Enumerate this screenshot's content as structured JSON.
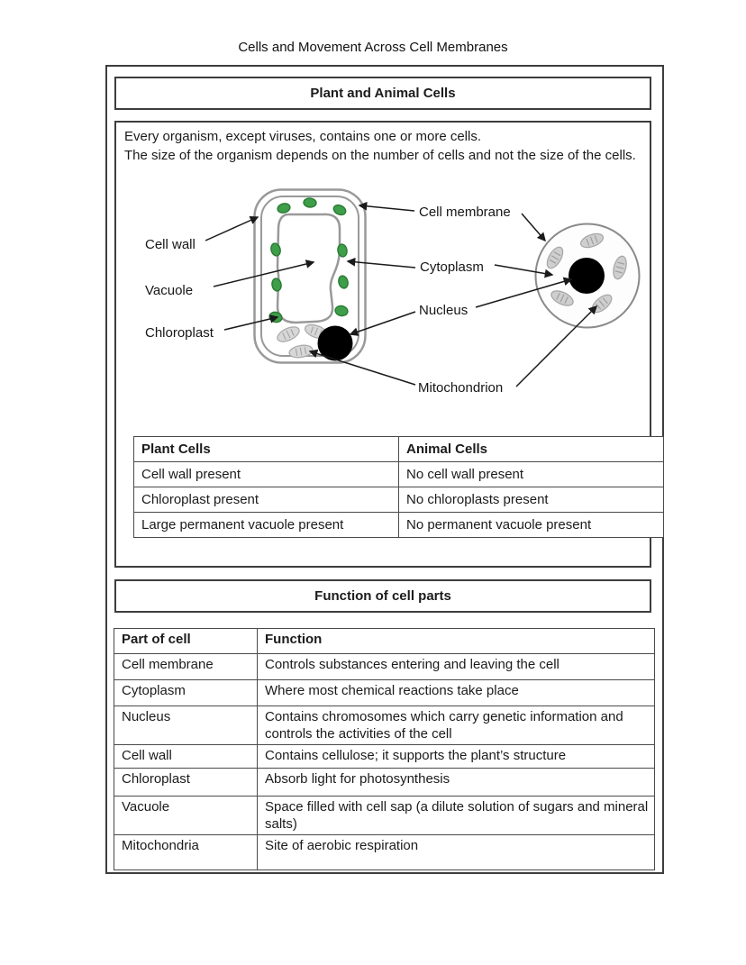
{
  "page": {
    "title": "Cells and Movement Across Cell Membranes"
  },
  "section1": {
    "header": "Plant and Animal Cells",
    "intro_line1": "Every organism, except viruses, contains one or more cells.",
    "intro_line2": "The size of the organism depends on the number of cells and not the size of the cells.",
    "diagram": {
      "labels": {
        "cell_wall": "Cell wall",
        "vacuole": "Vacuole",
        "chloroplast": "Chloroplast",
        "cell_membrane": "Cell membrane",
        "cytoplasm": "Cytoplasm",
        "nucleus": "Nucleus",
        "mitochondrion": "Mitochondrion"
      },
      "colors": {
        "chloroplast_green": "#3f9e49",
        "chloroplast_border": "#2a7a33",
        "cell_outline_grey": "#999999",
        "mitochondrion_grey": "#d8d8d8",
        "nucleus_black": "#000000",
        "arrow_black": "#1a1a1a"
      }
    },
    "comparison_table": {
      "headers": [
        "Plant Cells",
        "Animal Cells"
      ],
      "rows": [
        [
          "Cell wall present",
          "No cell wall present"
        ],
        [
          "Chloroplast present",
          "No chloroplasts present"
        ],
        [
          "Large permanent vacuole present",
          "No permanent vacuole present"
        ]
      ]
    }
  },
  "section2": {
    "header": "Function of cell parts",
    "function_table": {
      "headers": [
        "Part of cell",
        "Function"
      ],
      "rows": [
        [
          "Cell membrane",
          "Controls substances entering and leaving the cell"
        ],
        [
          "Cytoplasm",
          "Where most chemical reactions take place"
        ],
        [
          "Nucleus",
          "Contains chromosomes which carry genetic information and controls the activities of the cell"
        ],
        [
          "Cell wall",
          "Contains cellulose; it supports the plant’s structure"
        ],
        [
          "Chloroplast",
          "Absorb light for photosynthesis"
        ],
        [
          "Vacuole",
          "Space filled with cell sap (a dilute solution of sugars and mineral salts)"
        ],
        [
          "Mitochondria",
          "Site of aerobic respiration"
        ]
      ]
    }
  }
}
